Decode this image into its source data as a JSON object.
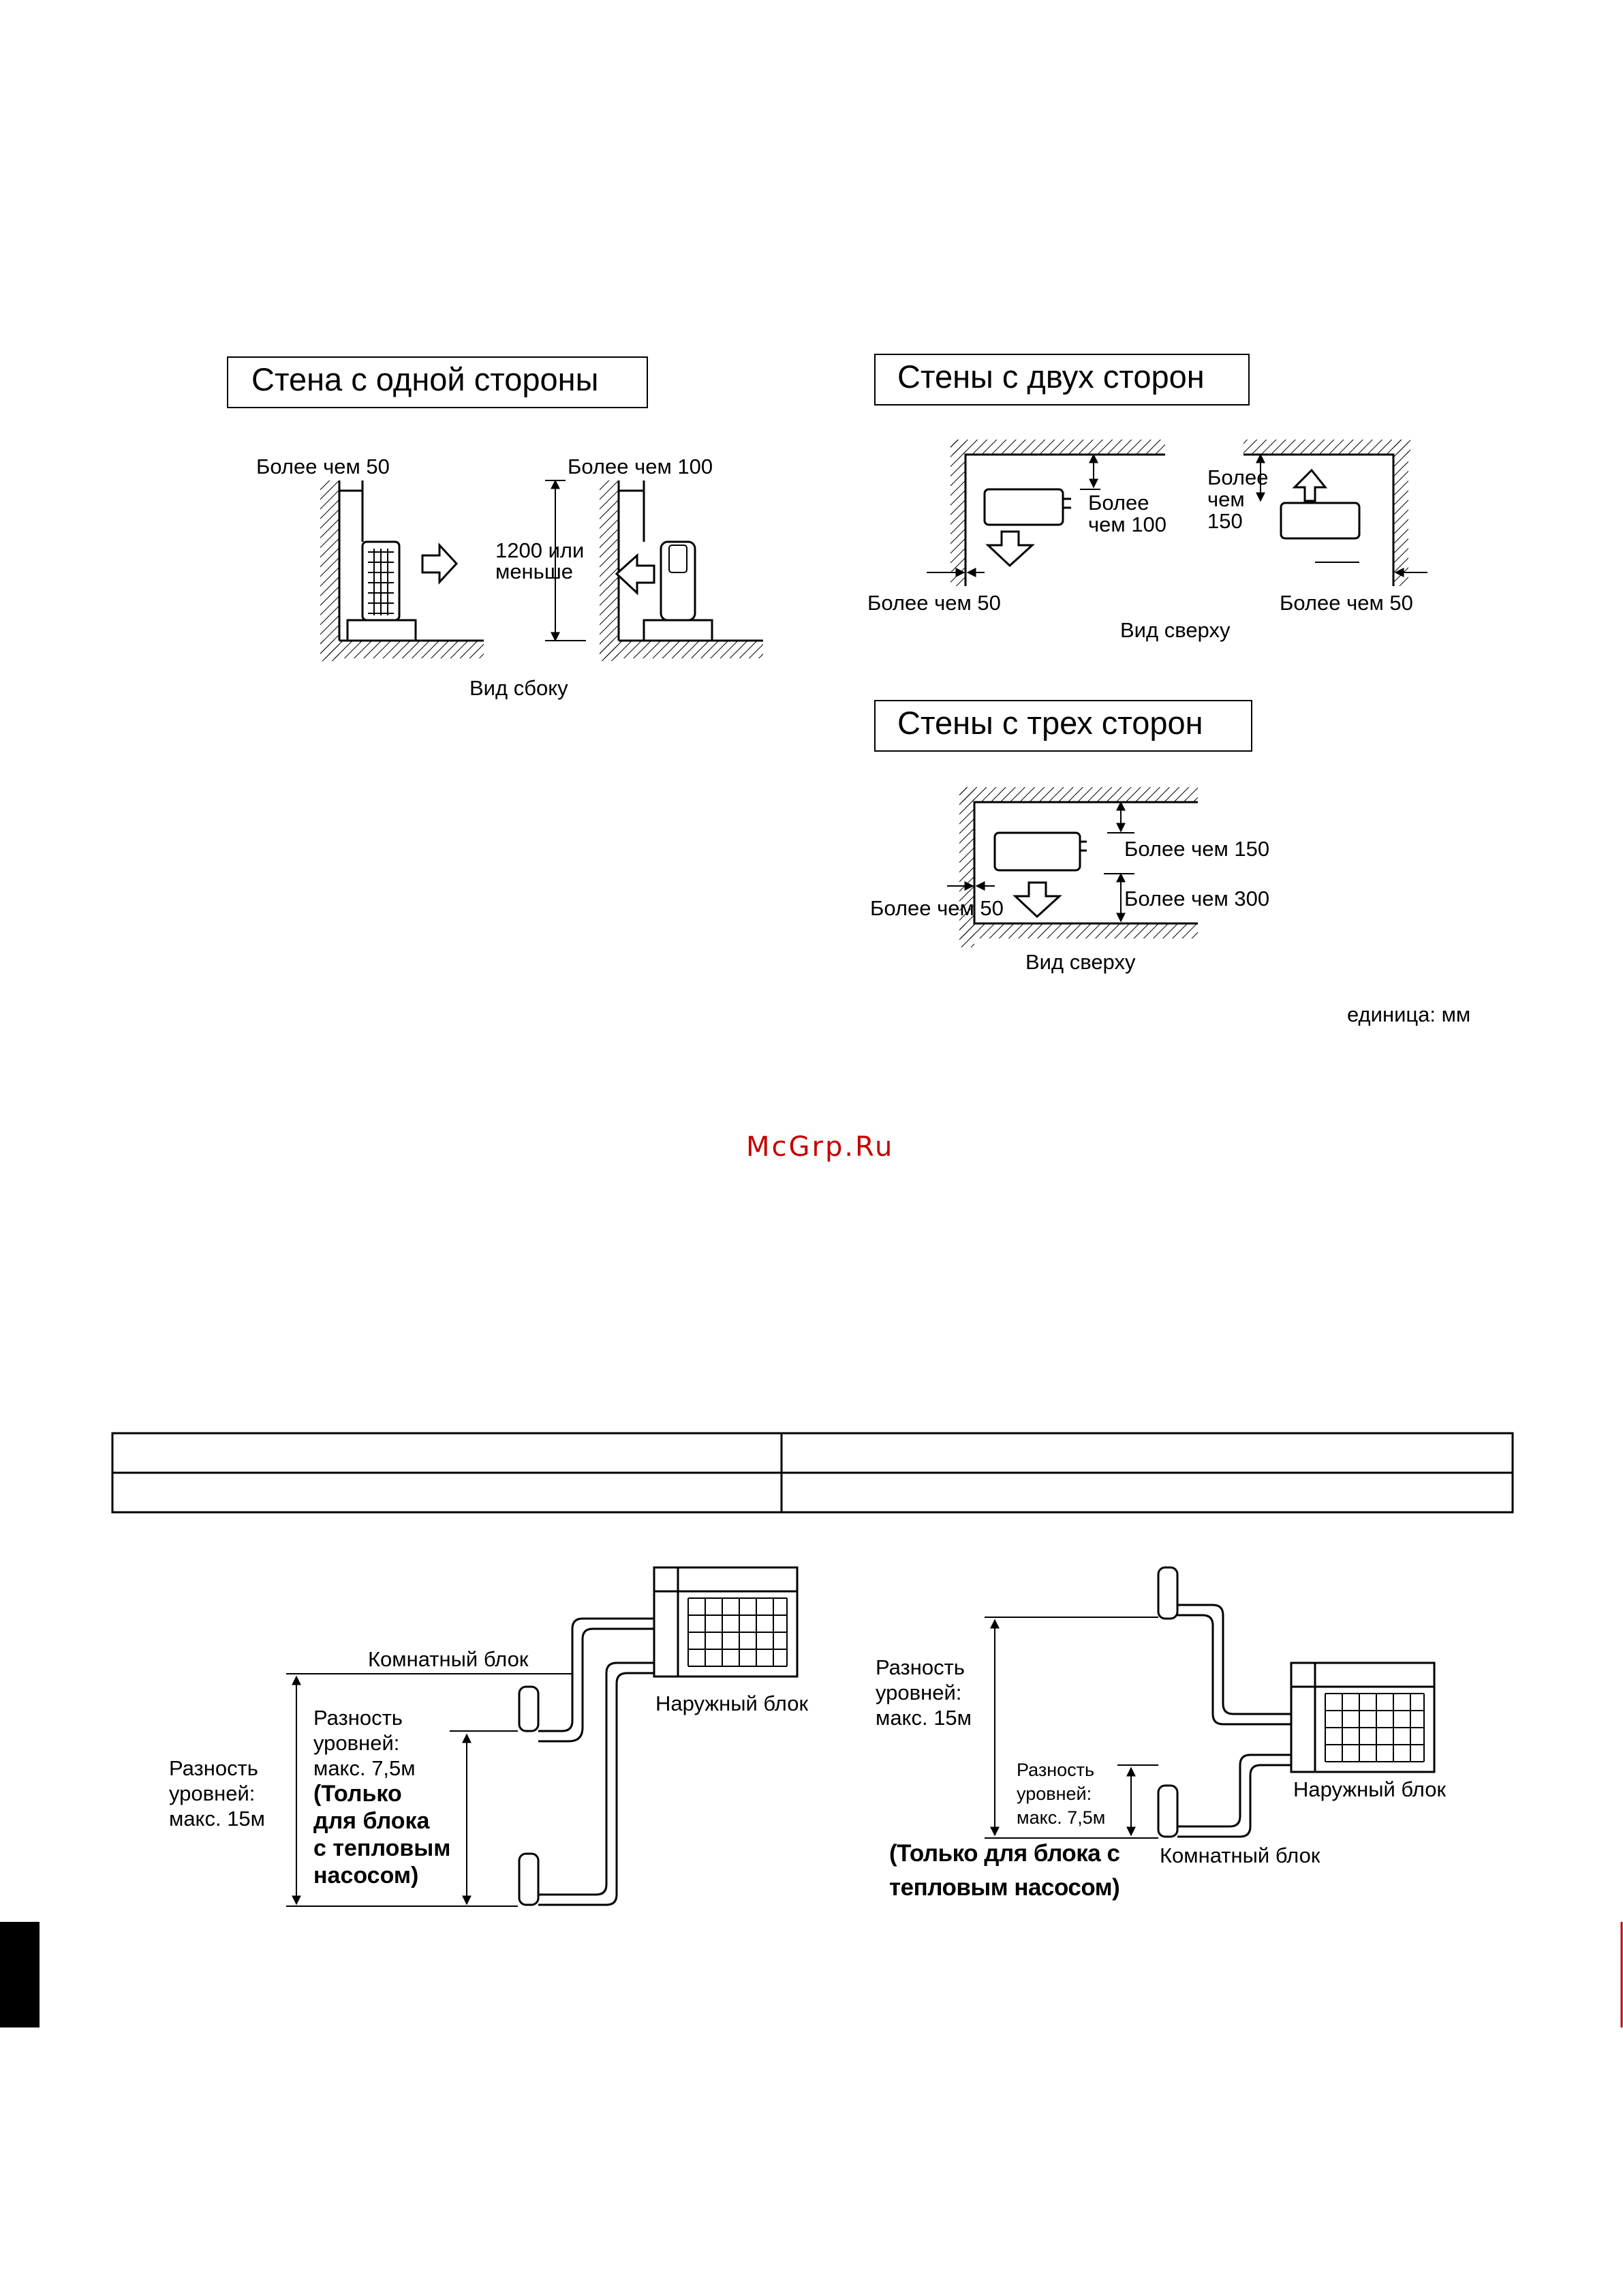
{
  "sections": {
    "one_wall": "Стена с одной стороны",
    "two_walls": "Стены с двух сторон",
    "three_walls": "Стены с трех сторон"
  },
  "one_wall": {
    "more_50": "Более чем 50",
    "more_100": "Более чем 100",
    "height_line1": "1200 или",
    "height_line2": "меньше",
    "view": "Вид сбоку"
  },
  "two_walls": {
    "left_top_line1": "Более",
    "left_top_line2": "чем 100",
    "left_bottom": "Более чем 50",
    "right_top_line1": "Более",
    "right_top_line2": "чем",
    "right_top_line3": "150",
    "right_bottom": "Более чем 50",
    "view": "Вид сверху"
  },
  "three_walls": {
    "top": "Более чем 150",
    "bottom": "Более чем 300",
    "left": "Более чем 50",
    "view": "Вид сверху"
  },
  "unit_note": "единица: мм",
  "watermark": "McGrp.Ru",
  "lower_left": {
    "indoor": "Комнатный блок",
    "outdoor": "Наружный блок",
    "diff_small_1": "Разность",
    "diff_small_2": "уровней:",
    "diff_small_3": "макс. 7,5м",
    "heat_1": "(Только",
    "heat_2": "для блока",
    "heat_3": "с тепловым",
    "heat_4": "насосом)",
    "diff_big_1": "Разность",
    "diff_big_2": "уровней:",
    "diff_big_3": "макс. 15м"
  },
  "lower_right": {
    "diff_big_1": "Разность",
    "diff_big_2": "уровней:",
    "diff_big_3": "макс. 15м",
    "diff_small_1": "Разность",
    "diff_small_2": "уровней:",
    "diff_small_3": "макс. 7,5м",
    "heat_1": "(Только для блока с",
    "heat_2": "тепловым насосом)",
    "outdoor": "Наружный блок",
    "indoor": "Комнатный блок"
  }
}
